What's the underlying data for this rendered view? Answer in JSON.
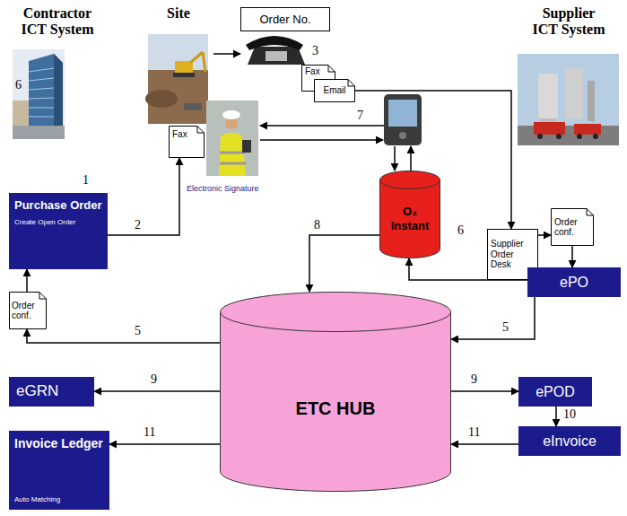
{
  "diagram": {
    "nodes": [
      {
        "text": [
          "Contractor ICT System"
        ]
      },
      {
        "text": [
          "Site"
        ]
      },
      {
        "text": [
          "Order No."
        ]
      },
      {
        "text": [
          "Fax"
        ]
      },
      {
        "text": [
          "Email"
        ]
      },
      {
        "text": [
          "Supplier ICT System"
        ]
      },
      {
        "text": [
          "Purchase Order",
          "Create Open Order"
        ]
      },
      {
        "text": [
          "Fax"
        ]
      },
      {
        "text": [
          "Electronic Signature"
        ]
      },
      {
        "text": [
          "O₂ Instant"
        ]
      },
      {
        "text": [
          "Supplier Order Desk"
        ]
      },
      {
        "text": [
          "Order conf."
        ]
      },
      {
        "text": [
          "ePO"
        ]
      },
      {
        "text": [
          "Order conf."
        ]
      },
      {
        "text": [
          "ETC HUB"
        ]
      },
      {
        "text": [
          "eGRN"
        ]
      },
      {
        "text": [
          "ePOD"
        ]
      },
      {
        "text": [
          "eInvoice"
        ]
      },
      {
        "text": [
          "Invoice Ledger",
          "Auto Matching"
        ]
      }
    ],
    "edges": [
      {
        "from": 6,
        "to": 7,
        "label": "2",
        "arrow": "to"
      },
      {
        "from": 1,
        "to": 2,
        "arrow": "to"
      },
      {
        "from": 4,
        "to": 10,
        "arrow": "to"
      },
      {
        "from": 9,
        "to": 14,
        "label": "8",
        "arrow": "to"
      },
      {
        "from": 10,
        "to": 11,
        "arrow": "to"
      },
      {
        "from": 11,
        "to": 12,
        "arrow": "to"
      },
      {
        "from": 12,
        "to": 9,
        "arrow": "to"
      },
      {
        "from": 12,
        "to": 14,
        "label": "5",
        "arrow": "to"
      },
      {
        "from": 14,
        "to": 13,
        "label": "5",
        "arrow": "to"
      },
      {
        "from": 13,
        "to": 6,
        "arrow": "to"
      },
      {
        "from": 14,
        "to": 15,
        "label": "9",
        "arrow": "to"
      },
      {
        "from": 14,
        "to": 16,
        "label": "9",
        "arrow": "to"
      },
      {
        "from": 16,
        "to": 17,
        "label": "10",
        "arrow": "to"
      },
      {
        "from": 17,
        "to": 14,
        "label": "11",
        "arrow": "to"
      },
      {
        "from": 14,
        "to": 18,
        "label": "11",
        "arrow": "to"
      }
    ],
    "labels": [
      "1",
      "6",
      "3",
      "7",
      "6"
    ]
  }
}
